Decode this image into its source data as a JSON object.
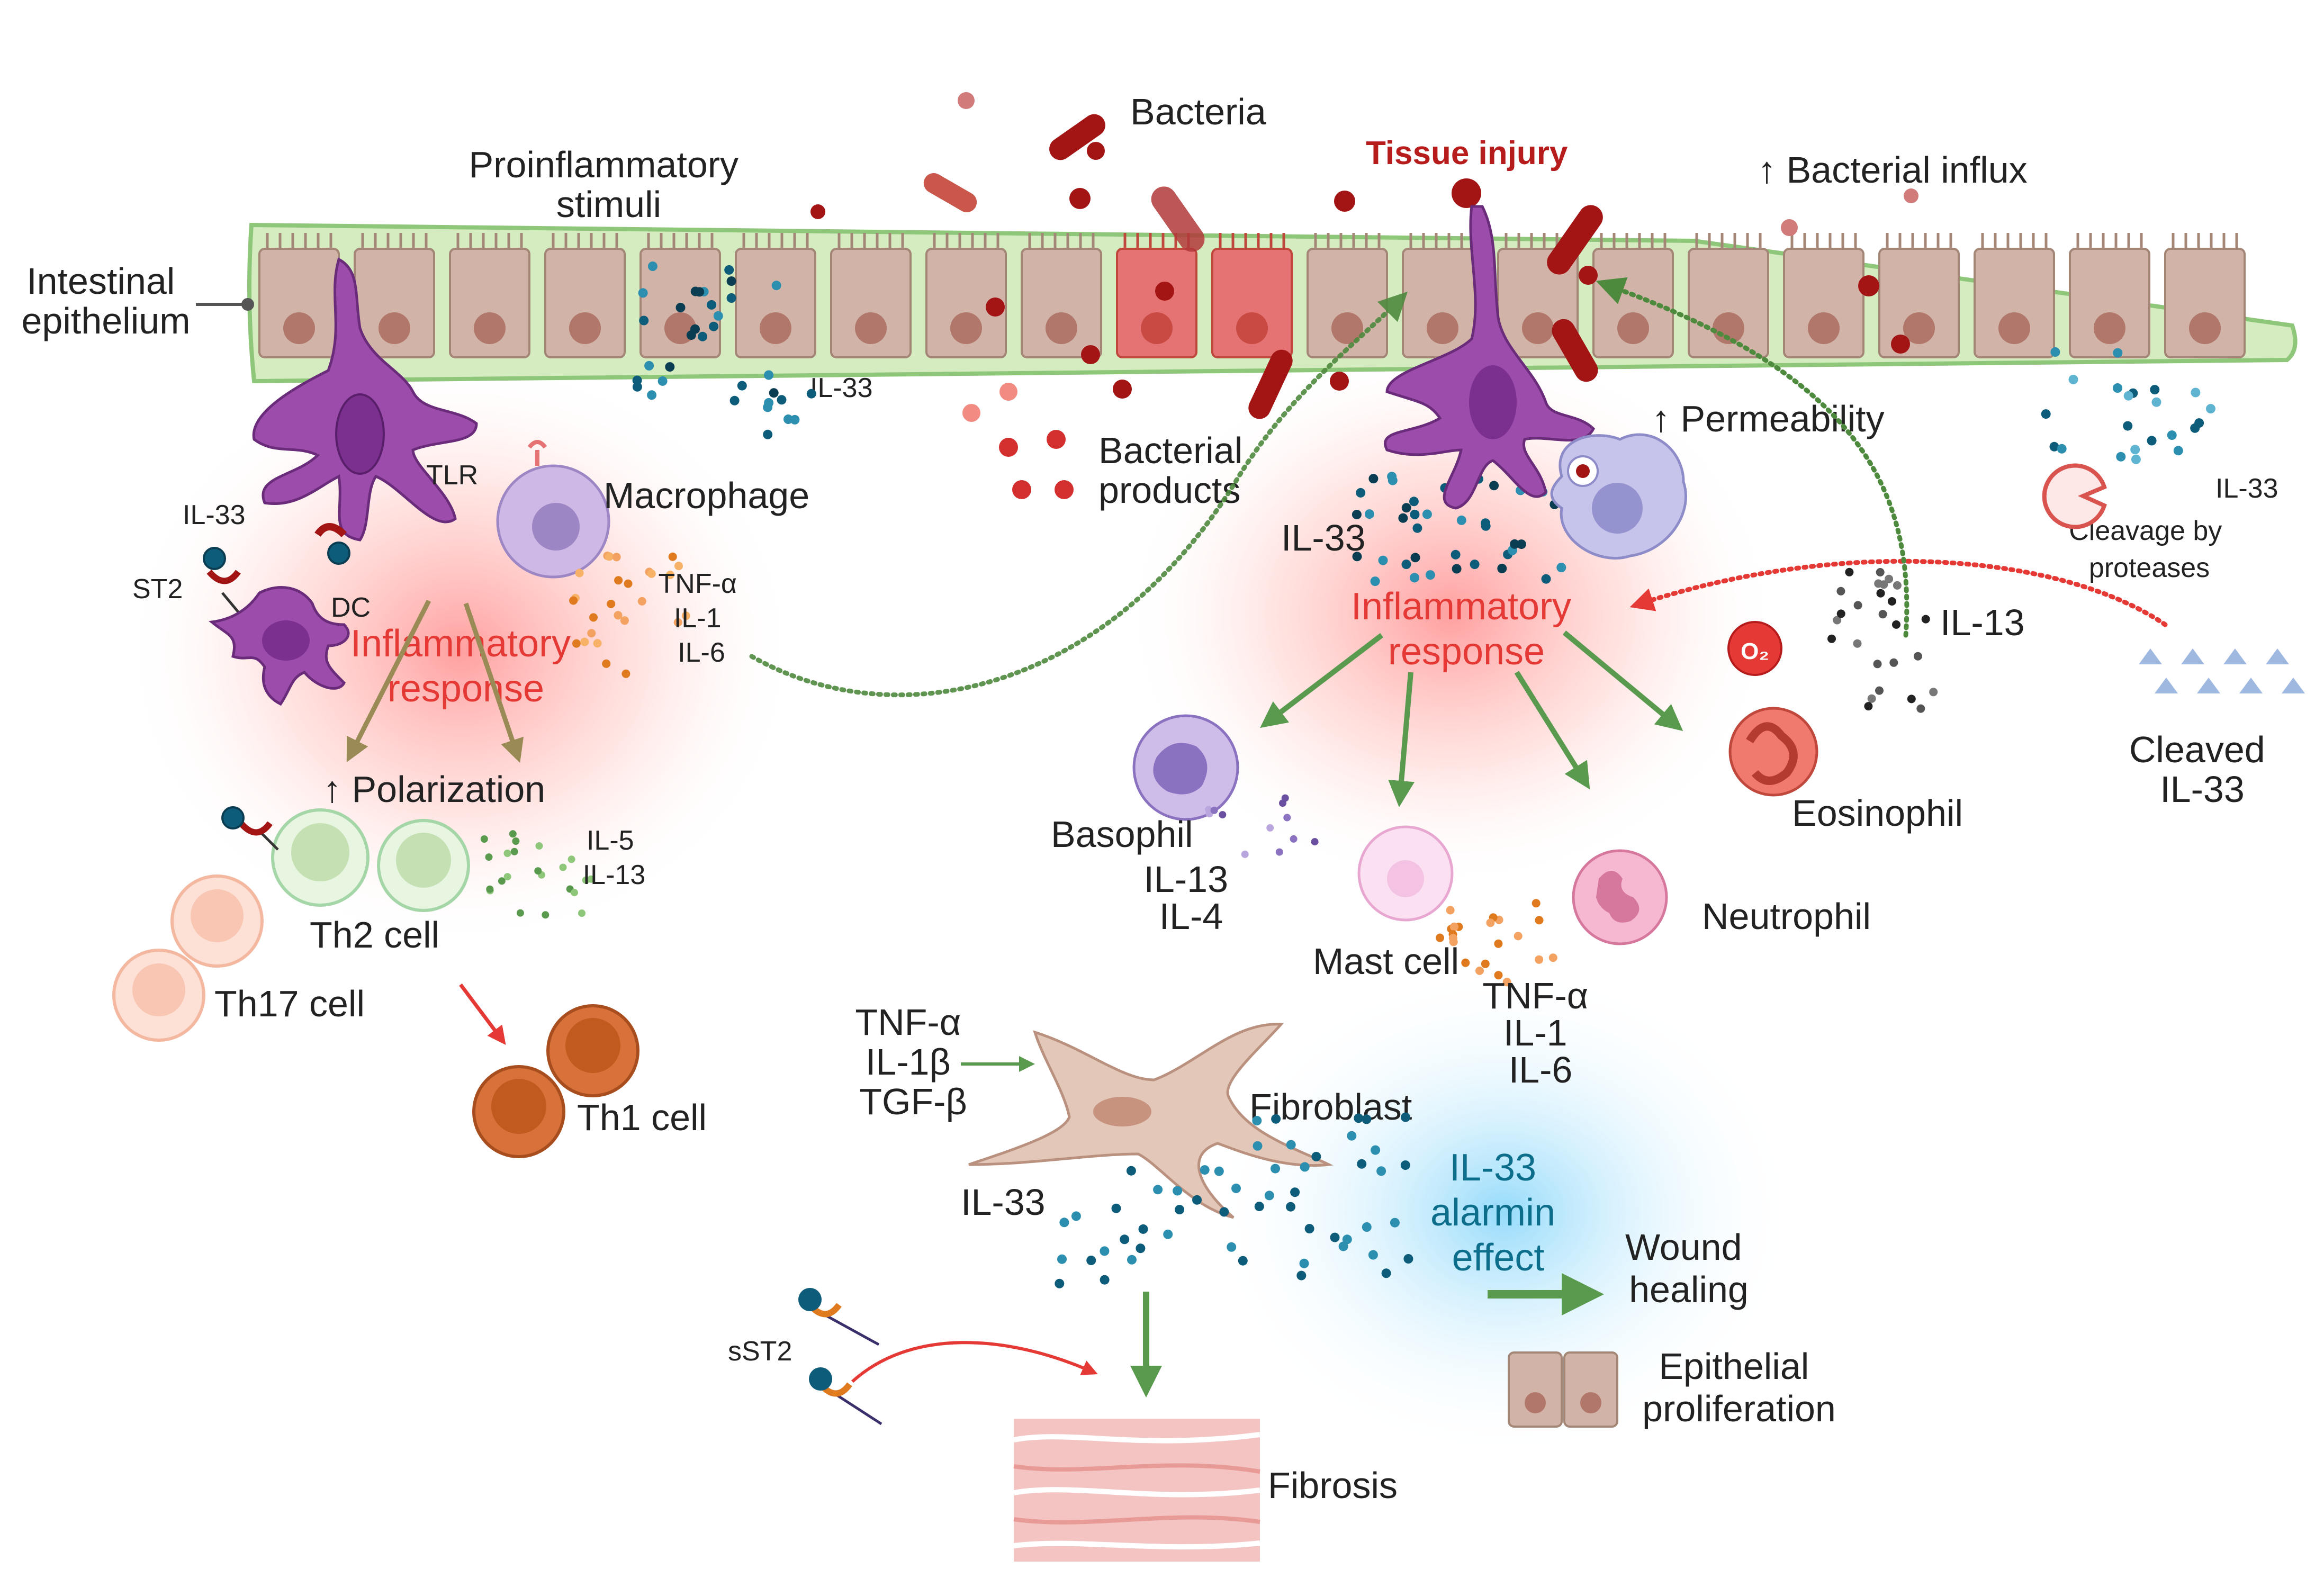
{
  "labels": {
    "intestinal_epithelium": [
      "Intestinal",
      "epithelium"
    ],
    "proinflammatory_stimuli": [
      "Proinflammatory",
      "stimuli"
    ],
    "bacteria": "Bacteria",
    "tissue_injury": "Tissue injury",
    "bacterial_influx": "↑ Bacterial influx",
    "il33_top": "IL-33",
    "bacterial_products": [
      "Bacterial",
      "products"
    ],
    "permeability": "↑ Permeability",
    "il33_right": "IL-33",
    "cleavage_by_proteases": [
      "Cleavage by",
      "proteases"
    ],
    "tlr": "TLR",
    "macrophage": "Macrophage",
    "il33_dc": "IL-33",
    "st2": "ST2",
    "dc": "DC",
    "inflammatory_response_left": [
      "Inflammatory",
      "response"
    ],
    "cytokines_macrophage": [
      "TNF-α",
      "IL-1",
      "IL-6"
    ],
    "polarization": "↑ Polarization",
    "il5_il13": [
      "IL-5",
      "IL-13"
    ],
    "th2_cell": "Th2 cell",
    "th17_cell": "Th17 cell",
    "th1_cell": "Th1 cell",
    "il33_center": "IL-33",
    "inflammatory_response_right": [
      "Inflammatory",
      "response"
    ],
    "il13_eosinophil": "IL-13",
    "o2": "O₂",
    "eosinophil": "Eosinophil",
    "cleaved_il33": [
      "Cleaved",
      "IL-33"
    ],
    "basophil": "Basophil",
    "il13_il4": [
      "IL-13",
      "IL-4"
    ],
    "mast_cell": "Mast cell",
    "cytokines_mast": [
      "TNF-α",
      "IL-1",
      "IL-6"
    ],
    "neutrophil": "Neutrophil",
    "fibroblast_inputs": [
      "TNF-α",
      "IL-1β",
      "TGF-β"
    ],
    "fibroblast": "Fibroblast",
    "il33_fibroblast": "IL-33",
    "il33_alarmin": [
      "IL-33",
      "alarmin",
      "effect"
    ],
    "wound_healing": [
      "Wound",
      "healing"
    ],
    "epithelial_proliferation": [
      "Epithelial",
      "proliferation"
    ],
    "sst2": "sST2",
    "fibrosis": "Fibrosis"
  },
  "colors": {
    "epithelium_band": "#d4ecc0",
    "epithelial_cell": "#d2b3a8",
    "injured_cell": "#e57373",
    "bacteria": "#a31515",
    "dendritic_cell": "#9c4dab",
    "inflammation_glow": "#ff5252",
    "alarmin_glow": "#4fc3f7",
    "il33_dot": "#0d5c7a",
    "arrow_green": "#5a9a4e",
    "arrow_red": "#e53935"
  }
}
